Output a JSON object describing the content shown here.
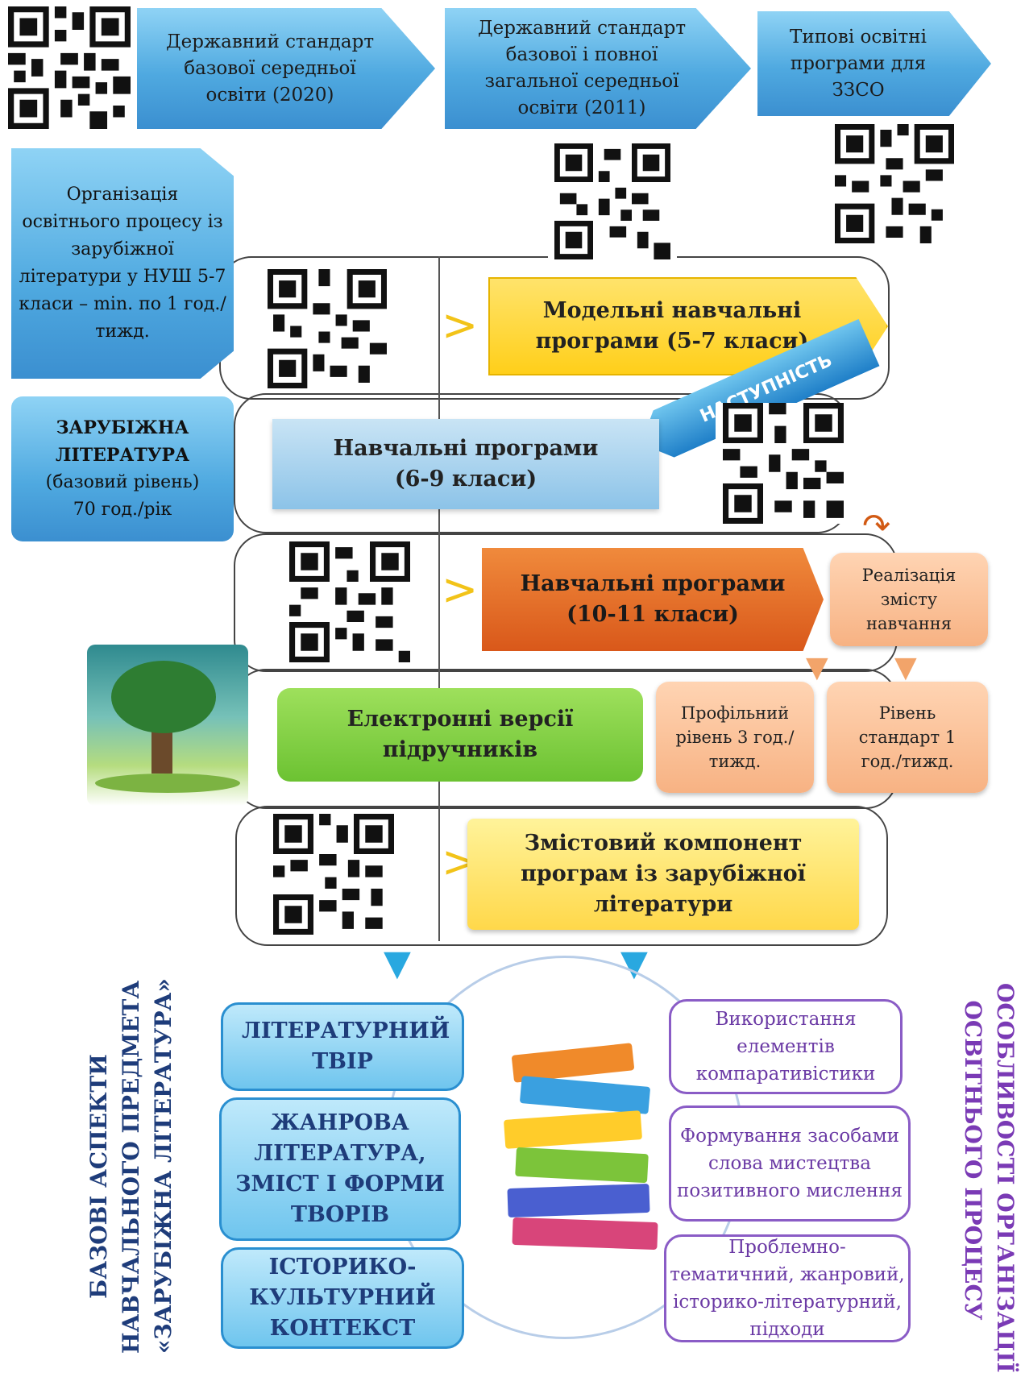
{
  "top_row": {
    "standard_2020": "Державний стандарт базової середньої освіти (2020)",
    "standard_2011": "Державний стандарт базової і повної загальної середньої освіти (2011)",
    "typical_programs": "Типові освітні програми для ЗЗСО"
  },
  "left_col": {
    "organization": "Організація освітнього процесу із зарубіжної літератури у НУШ 5-7 класи – min. по 1 год./тижд.",
    "subject_title": "ЗАРУБІЖНА ЛІТЕРАТУРА",
    "subject_level": "(базовий рівень)",
    "subject_hours": "70 год./рік"
  },
  "programs": {
    "model": "Модельні навчальні програми (5-7 класи)",
    "continuity": "НАСТУПНІСТЬ",
    "grades_6_9": "Навчальні програми (6-9 класи)",
    "grades_10_11": "Навчальні програми (10-11 класи)",
    "realization": "Реалізація змісту навчання",
    "profile": "Профільний рівень 3 год./тижд.",
    "standard": "Рівень стандарт 1 год./тижд.",
    "electronic": "Електронні версії підручників",
    "content": "Змістовий компонент програм із зарубіжної літератури"
  },
  "bottom": {
    "left_vertical_1": "БАЗОВІ АСПЕКТИ",
    "left_vertical_2": "НАВЧАЛЬНОГО ПРЕДМЕТА",
    "left_vertical_3": "«ЗАРУБІЖНА ЛІТЕРАТУРА»",
    "right_vertical_1": "ОСОБЛИВОСТІ ОРГАНІЗАЦІЇ",
    "right_vertical_2": "ОСВІТНЬОГО ПРОЦЕСУ",
    "aspects": [
      "ЛІТЕРАТУРНИЙ ТВІР",
      "ЖАНРОВА ЛІТЕРАТУРА, ЗМІСТ І ФОРМИ ТВОРІВ",
      "ІСТОРИКО-КУЛЬТУРНИЙ КОНТЕКСТ"
    ],
    "features": [
      "Використання елементів компаративістики",
      "Формування засобами слова мистецтва позитивного мислення",
      "Проблемно-тематичний, жанровий, історико-літературний, підходи"
    ]
  },
  "colors": {
    "blue_arrow": "#4fa9e0",
    "gold": "#ffd21a",
    "orange": "#e36a1e",
    "green": "#7fcf3a",
    "peach": "#f7b283",
    "purple": "#8a5cc6",
    "navy_text": "#1e3c7a"
  }
}
